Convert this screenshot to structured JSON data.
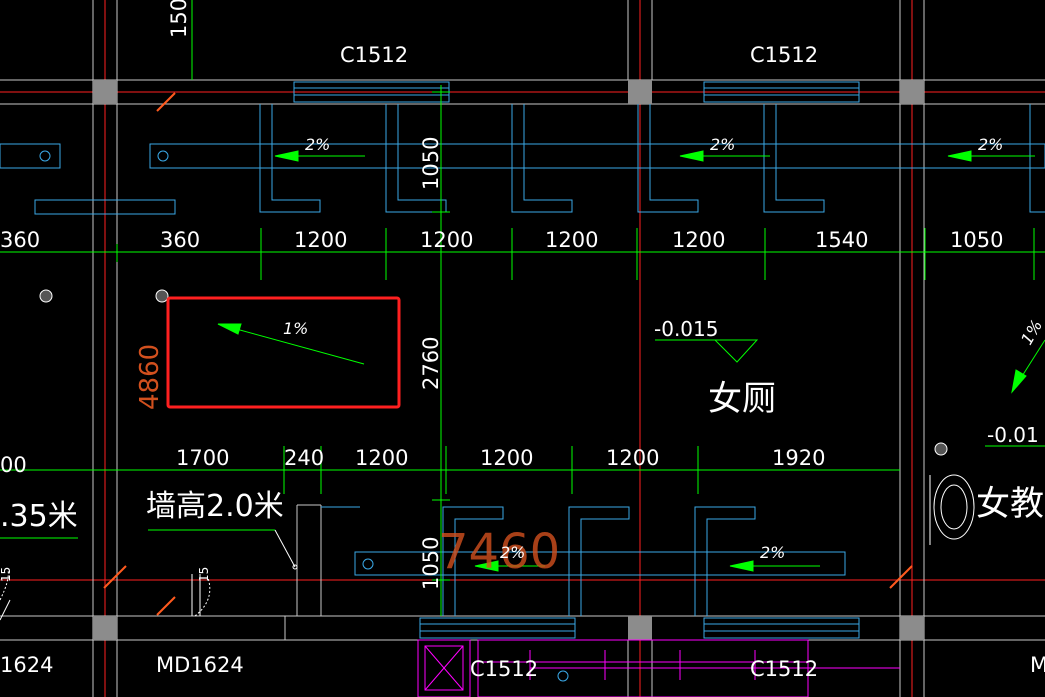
{
  "colors": {
    "background": "#000000",
    "wall": "#c8c8c8",
    "axis": "#ff2020",
    "dimension": "#00ff00",
    "fixture": "#3aa8e6",
    "column": "#8c8c8c",
    "highlight": "#ff2020",
    "leader": "#ffffff",
    "symbol": "#ff00ff",
    "orange_text": "#d2501e"
  },
  "labels": {
    "window_top_1": "C1512",
    "window_top_2": "C1512",
    "window_bottom_1": "C1512",
    "window_bottom_2": "C1512",
    "door_left_1": "1624",
    "door_left_2": "MD1624",
    "door_right_cut": "M",
    "top_dim_cut": "150",
    "vertical_dim_upper": "1050",
    "vertical_dim_middle": "2760",
    "vertical_dim_lower": "1050",
    "room_depth": "4860",
    "room_width": "7460",
    "elevation_1": "-0.015",
    "elevation_2": "-0.01",
    "room_name_1": "女厕",
    "room_name_2": "女教师",
    "wall_note": "墙高2.0米",
    "wall_note_left": ".35米",
    "left_cut_number": "00",
    "small_15a": "15",
    "small_15b": "15"
  },
  "dim_row_upper": [
    "360",
    "360",
    "1200",
    "1200",
    "1200",
    "1200",
    "1540",
    "1050"
  ],
  "dim_row_lower": [
    "1700",
    "240",
    "1200",
    "1200",
    "1200",
    "1920"
  ],
  "slopes": {
    "trench_1": "2%",
    "trench_2": "2%",
    "trench_3": "2%",
    "floor": "1%",
    "lower_1": "2%",
    "lower_2": "2%",
    "right_cut": "1%"
  }
}
